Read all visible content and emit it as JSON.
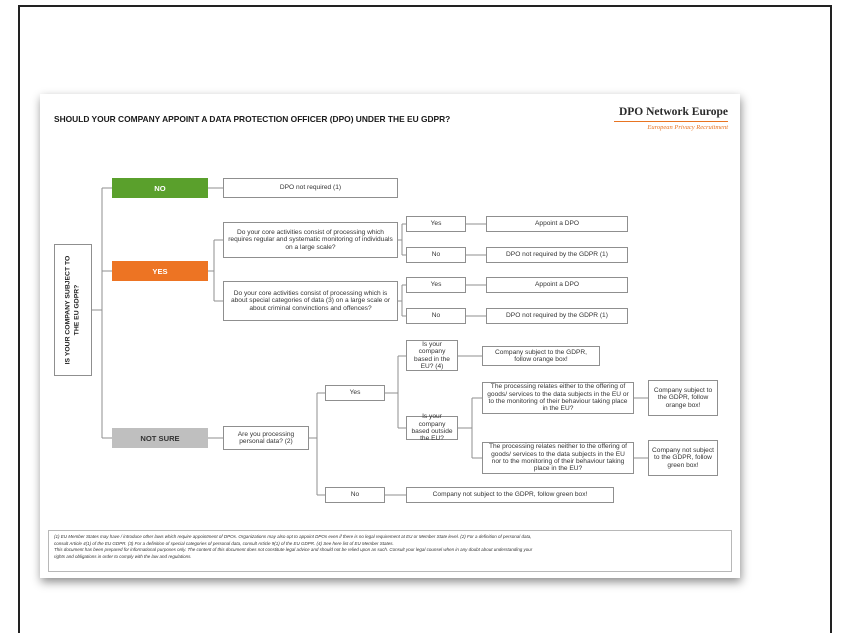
{
  "title": "SHOULD YOUR COMPANY APPOINT A DATA PROTECTION OFFICER (DPO) UNDER THE EU GDPR?",
  "logo": {
    "name": "DPO Network Europe",
    "tagline": "European Privacy Recruitment"
  },
  "colors": {
    "no": "#5aa02c",
    "yes": "#ed7423",
    "not_sure": "#bfbfbf",
    "logo_accent": "#e87422"
  },
  "root": "IS YOUR COMPANY SUBJECT TO THE EU GDPR?",
  "branches": {
    "no": "NO",
    "yes": "YES",
    "not_sure": "NOT SURE"
  },
  "nodes": {
    "dpo_not_required": "DPO not required (1)",
    "q_monitoring": "Do your core activities consist of processing which requires regular and systematic monitoring of individuals on a large scale?",
    "q_special_data": "Do your core activities consist of processing which is about special categories of data (3) on a large scale or about criminal convinctions and offences?",
    "yes1": "Yes",
    "no1": "No",
    "appoint1": "Appoint a DPO",
    "not_required_gdpr1": "DPO not required by the GDPR (1)",
    "yes2": "Yes",
    "no2": "No",
    "appoint2": "Appoint a DPO",
    "not_required_gdpr2": "DPO not required by the GDPR (1)",
    "q_personal_data": "Are you processing personal data? (2)",
    "ps_yes": "Yes",
    "ps_no": "No",
    "based_in_eu": "Is your company based in the EU? (4)",
    "subject_orange": "Company subject to the GDPR, follow orange box!",
    "based_outside_eu": "Is your company based outside the EU?",
    "relates_either": "The processing relates either to the offering of goods/ services to the data subjects in the EU or to the monitoring of their behaviour taking place in the EU?",
    "relates_neither": "The processing relates neither to the offering of goods/ services to the data subjects in the EU nor to the monitoring of their behaviour taking place in the EU?",
    "result_subject": "Company subject to the GDPR, follow orange box!",
    "result_not_subject": "Company not subject to the GDPR, follow green box!",
    "not_subject_green": "Company not subject to the GDPR, follow green box!"
  },
  "footnotes": {
    "line1": "(1)  EU Member States may have / introduce other laws which require appointment of DPOs. Organizations may also opt to appoint DPOs even if there is no legal requirement at EU or Member State level. (2) For a definition of personal data,",
    "line2": "consult Article 4(1) of the EU GDPR. (3) For a definition of special categories of personal data, consult Article 9(1) of the EU GDPR. (4) See here list of EU Member States.",
    "line3": "This document has been prepared for informational purposes only. The content of this document does not constitute legal advice and should not be relied upon as such.  Consult your legal counsel when in any doubt about understanding your",
    "line4": "rights and obligations in order to comply with the law and regulations."
  }
}
